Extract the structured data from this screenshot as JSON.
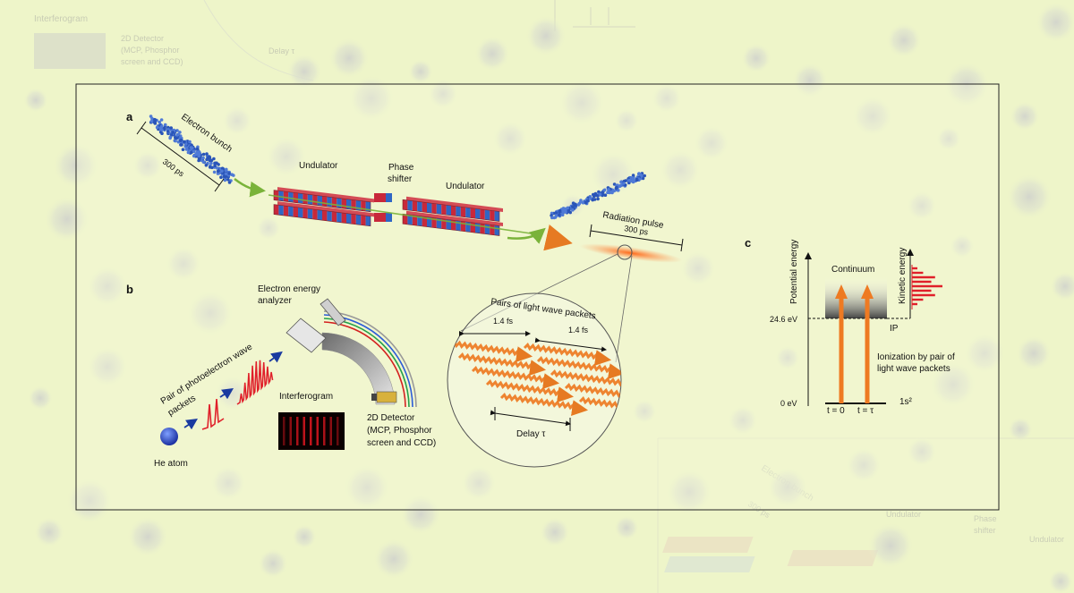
{
  "panels": {
    "a": {
      "letter": "a",
      "electron_bunch": "Electron bunch",
      "bunch_duration": "300 ps",
      "undulator_1": "Undulator",
      "phase_shifter_line1": "Phase",
      "phase_shifter_line2": "shifter",
      "undulator_2": "Undulator",
      "radiation_pulse": "Radiation pulse",
      "pulse_duration": "300 ps"
    },
    "b": {
      "letter": "b",
      "analyzer_line1": "Electron energy",
      "analyzer_line2": "analyzer",
      "wavepacket_line1": "Pair of photoelectron wave",
      "wavepacket_line2": "packets",
      "he_atom": "He atom",
      "interferogram": "Interferogram",
      "detector_line1": "2D Detector",
      "detector_line2": "(MCP, Phosphor",
      "detector_line3": "screen and CCD)",
      "zoom_title": "Pairs of light wave packets",
      "spacing_1": "1.4 fs",
      "spacing_2": "1.4 fs",
      "delay": "Delay τ"
    },
    "c": {
      "letter": "c",
      "potential_energy": "Potential energy",
      "kinetic_energy": "Kinetic energy",
      "continuum": "Continuum",
      "ip_energy": "24.6 eV",
      "ip_label": "IP",
      "zero_energy": "0 eV",
      "ground_state": "1s²",
      "t0": "t = 0",
      "ttau": "t = τ",
      "ionization_line1": "Ionization by pair of",
      "ionization_line2": "light wave packets"
    }
  },
  "background_ghost": {
    "interferogram": "Interferogram",
    "detector_line1": "2D Detector",
    "detector_line2": "(MCP, Phosphor",
    "detector_line3": "screen and CCD)",
    "delay": "Delay τ",
    "undulator_1": "Undulator",
    "phase_line1": "Phase",
    "phase_line2": "shifter",
    "undulator_2": "Undulator",
    "bunch": "Electron bunch",
    "bunch_duration": "300 ps"
  },
  "colors": {
    "background": "#eef5c9",
    "panel_bg": "#f5fadb",
    "electron_blue": "#2a55b8",
    "magnet_red": "#c8283a",
    "magnet_blue": "#2f66c4",
    "laser_orange": "#ee7a22",
    "signal_red": "#e0202a",
    "beam_green": "#7ab33a"
  }
}
